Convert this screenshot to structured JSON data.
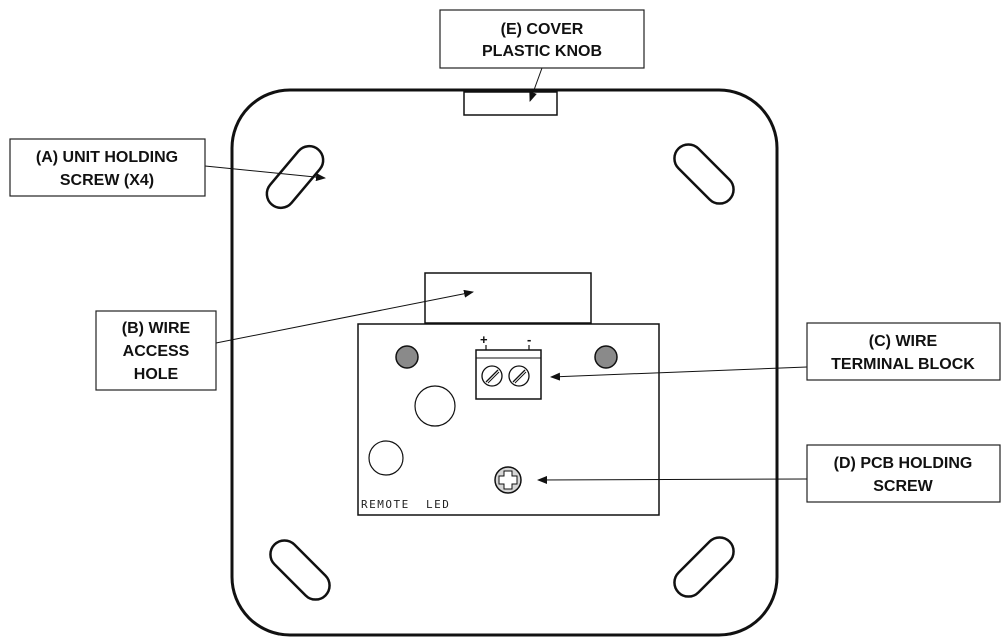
{
  "callouts": {
    "cover_knob": {
      "line1": "(E) COVER",
      "line2": "PLASTIC KNOB"
    },
    "unit_holding_screw": {
      "line1": "(A) UNIT HOLDING",
      "line2": "SCREW (X4)"
    },
    "wire_access_hole": {
      "line1": "(B) WIRE",
      "line2": "ACCESS",
      "line3": "HOLE"
    },
    "wire_terminal_block": {
      "line1": "(C) WIRE",
      "line2": "TERMINAL BLOCK"
    },
    "pcb_holding_screw": {
      "line1": "(D) PCB HOLDING",
      "line2": "SCREW"
    }
  },
  "pcb": {
    "label": "REMOTE  LED",
    "plus": "+",
    "minus": "-"
  },
  "colors": {
    "line": "#111111",
    "led_fill": "#8a8a8a",
    "background": "#ffffff"
  }
}
